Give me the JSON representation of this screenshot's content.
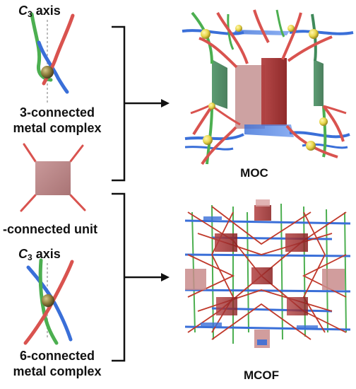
{
  "labels": {
    "c3_axis_top": {
      "letter": "C",
      "sub": "3",
      "rest": " axis"
    },
    "complex_3_line1": "3-connected",
    "complex_3_line2": "metal complex",
    "unit_label": "-connected unit",
    "c3_axis_bottom": {
      "letter": "C",
      "sub": "3",
      "rest": " axis"
    },
    "complex_6_line1": "6-connected",
    "complex_6_line2": "metal complex",
    "moc": "MOC",
    "mcof": "MCOF"
  },
  "colors": {
    "red_strand": "#d9534f",
    "green_strand": "#4caf50",
    "blue_strand": "#3a6fd8",
    "metal_gold": "#8a7a3a",
    "yellow_node": "#e8d64a",
    "square_unit": "#b98283",
    "square_dark": "#9c2b2b"
  },
  "icons": [
    "arrow-icon",
    "bracket-icon",
    "helix-icon",
    "square-icon",
    "cage-icon",
    "framework-icon"
  ]
}
